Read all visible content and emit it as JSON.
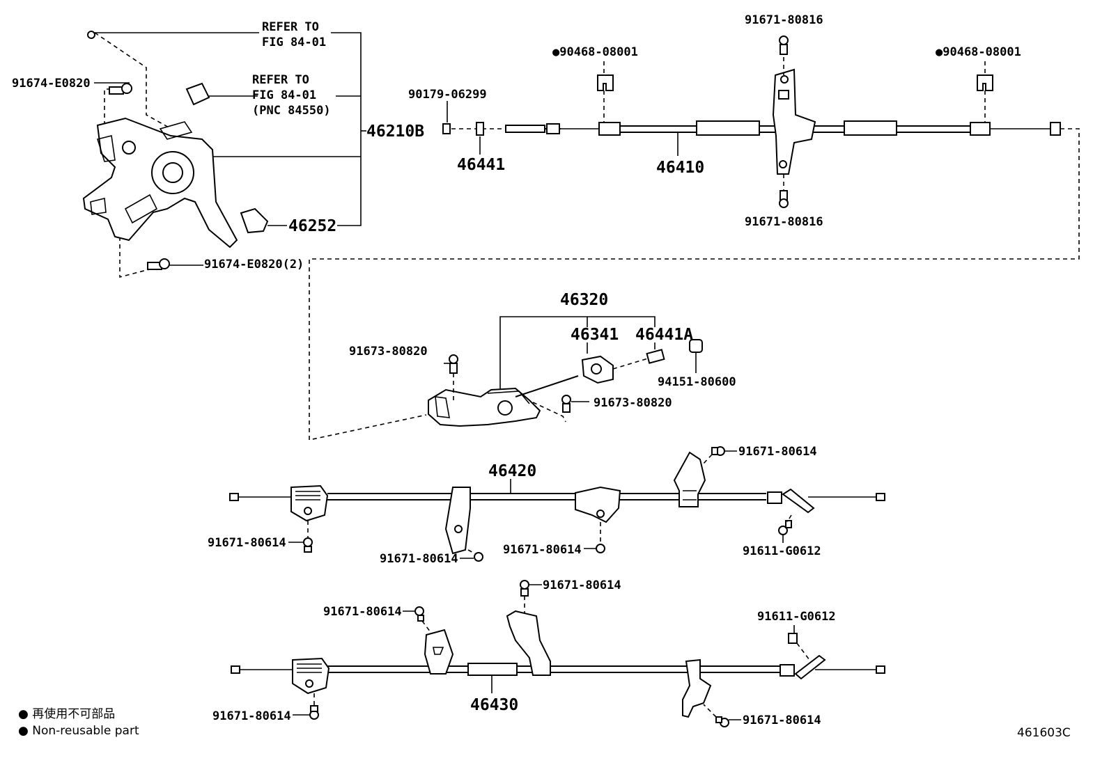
{
  "diagram": {
    "pedal_refs": {
      "refer1_line1": "REFER TO",
      "refer1_line2": "FIG 84-01",
      "refer2_line1": "REFER TO",
      "refer2_line2": "FIG 84-01",
      "refer2_line3": "(PNC 84550)",
      "bolt_top": "91674-E0820",
      "bolt_bottom": "91674-E0820(2)",
      "assembly": "46210B",
      "cover": "46252"
    },
    "front_cable": {
      "clip_left": "●90468-08001",
      "clip_right": "●90468-08001",
      "bolt_top": "91671-80816",
      "bolt_bottom": "91671-80816",
      "nut": "90179-06299",
      "adjuster": "46441",
      "cable": "46410"
    },
    "equalizer": {
      "assembly": "46320",
      "sub1": "46341",
      "sub2": "46441A",
      "bolt_left": "91673-80820",
      "bolt_right": "91673-80820",
      "bushing": "94151-80600"
    },
    "rear_cable_1": {
      "cable": "46420",
      "bolt_bracket": "91671-80614",
      "bolt_a": "91671-80614",
      "bolt_b": "91671-80614",
      "bolt_c": "91671-80614",
      "bolt_end": "91611-G0612"
    },
    "rear_cable_2": {
      "cable": "46430",
      "bolt_top": "91671-80614",
      "bolt_left": "91671-80614",
      "bolt_end": "91611-G0612",
      "bolt_bottom": "91671-80614",
      "bolt_clamp": "91671-80614"
    },
    "legend": {
      "line1": "● 再使用不可部品",
      "line2": "● Non-reusable part"
    },
    "figure_id": "461603C"
  }
}
